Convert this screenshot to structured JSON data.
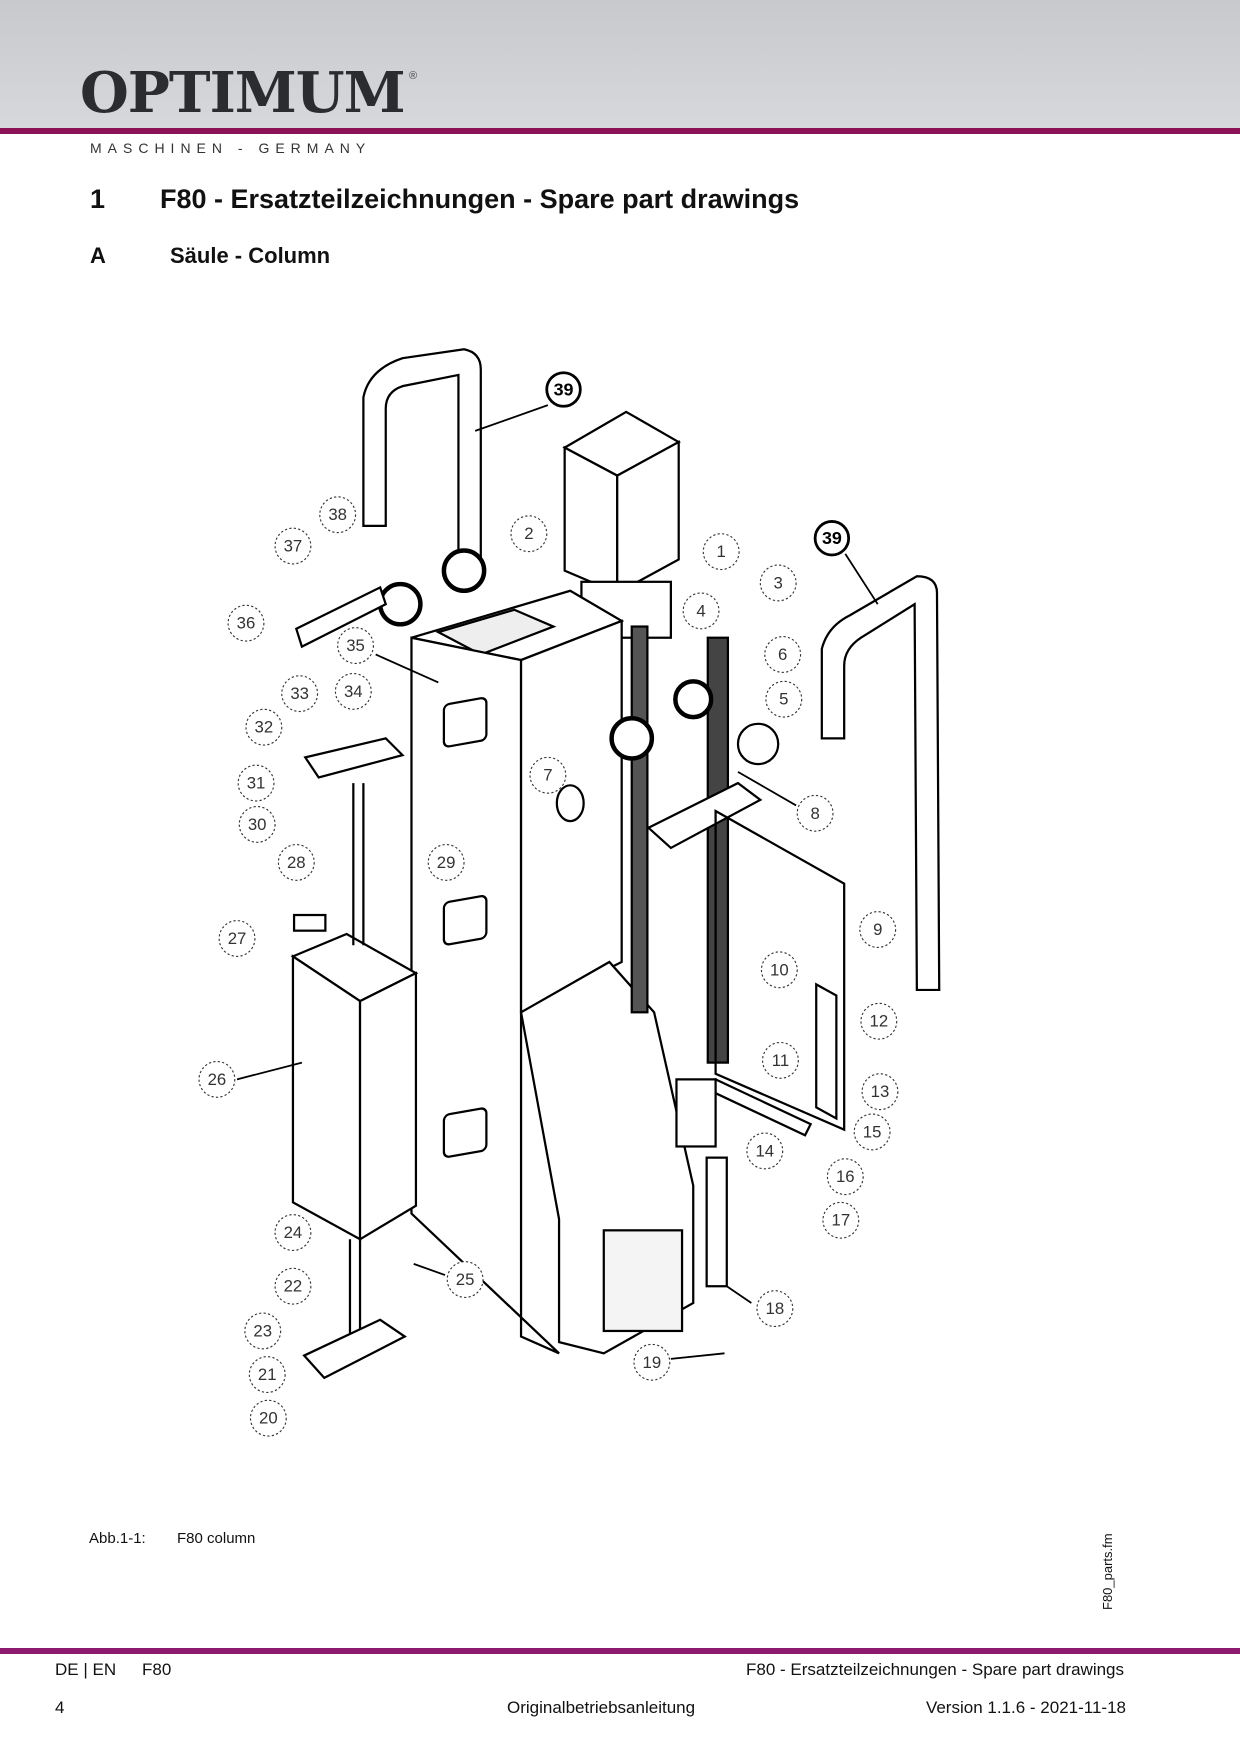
{
  "header": {
    "logo": "OPTIMUM",
    "registered": "®",
    "tagline": "MASCHINEN - GERMANY"
  },
  "section": {
    "number": "1",
    "title": "F80 - Ersatzteilzeichnungen - Spare part drawings"
  },
  "subsection": {
    "letter": "A",
    "title": "Säule - Column"
  },
  "figure": {
    "label": "Abb.1-1:",
    "caption": "F80 column",
    "callouts": {
      "c1": "1",
      "c2": "2",
      "c3": "3",
      "c4": "4",
      "c5": "5",
      "c6": "6",
      "c7": "7",
      "c8": "8",
      "c9": "9",
      "c10": "10",
      "c11": "11",
      "c12": "12",
      "c13": "13",
      "c14": "14",
      "c15": "15",
      "c16": "16",
      "c17": "17",
      "c18": "18",
      "c19": "19",
      "c20": "20",
      "c21": "21",
      "c22": "22",
      "c23": "23",
      "c24": "24",
      "c25": "25",
      "c26": "26",
      "c27": "27",
      "c28": "28",
      "c29": "29",
      "c30": "30",
      "c31": "31",
      "c32": "32",
      "c33": "33",
      "c34": "34",
      "c35": "35",
      "c36": "36",
      "c37": "37",
      "c38": "38",
      "c39a": "39",
      "c39b": "39"
    }
  },
  "side_filename": "F80_parts.fm",
  "footer": {
    "lang": "DE | EN",
    "model": "F80",
    "chapter": "F80 - Ersatzteilzeichnungen - Spare part drawings",
    "page": "4",
    "doc_type": "Originalbetriebsanleitung",
    "version": "Version 1.1.6 - 2021-11-18"
  },
  "colors": {
    "accent": "#8c1257",
    "header_bg": "#c9cbcf"
  }
}
